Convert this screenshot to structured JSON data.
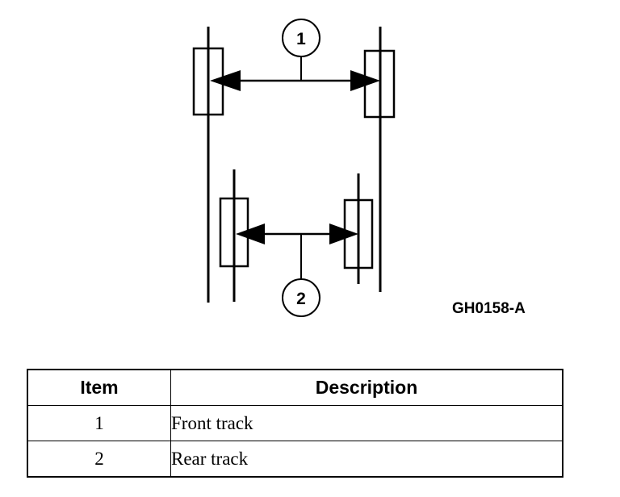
{
  "diagram": {
    "callouts": [
      "1",
      "2"
    ],
    "figure_code": "GH0158-A"
  },
  "table": {
    "headers": {
      "item": "Item",
      "description": "Description"
    },
    "rows": [
      {
        "item": "1",
        "description": "Front track"
      },
      {
        "item": "2",
        "description": "Rear track"
      }
    ]
  }
}
